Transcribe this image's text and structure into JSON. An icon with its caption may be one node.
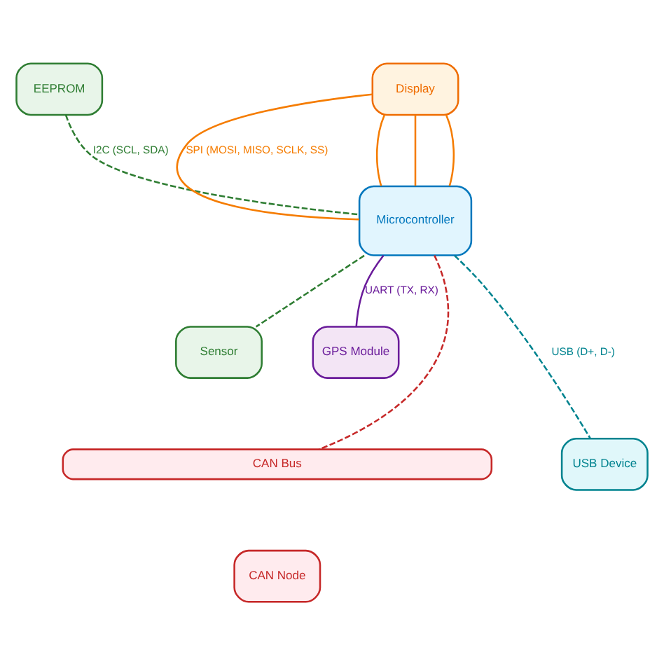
{
  "diagram": {
    "nodes": [
      {
        "text": [
          "EEPROM"
        ]
      },
      {
        "text": [
          "Display"
        ]
      },
      {
        "text": [
          "Microcontroller"
        ]
      },
      {
        "text": [
          "Sensor"
        ]
      },
      {
        "text": [
          "GPS Module"
        ]
      },
      {
        "text": [
          "CAN Bus"
        ]
      },
      {
        "text": [
          "USB Device"
        ]
      },
      {
        "text": [
          "CAN Node"
        ]
      }
    ],
    "edges": [
      {
        "from": 0,
        "to": 2,
        "arrow": "none",
        "style": "dashed",
        "color": "#2e7d32",
        "label": "I2C (SCL, SDA)"
      },
      {
        "from": 2,
        "to": 3,
        "arrow": "none",
        "style": "dashed",
        "color": "#2e7d32"
      },
      {
        "from": 1,
        "to": 2,
        "arrow": "none",
        "label": "SPI (MOSI, MISO, SCLK, SS)"
      },
      {
        "from": 1,
        "to": 2,
        "arrow": "none"
      },
      {
        "from": 1,
        "to": 2,
        "arrow": "none"
      },
      {
        "from": 1,
        "to": 2,
        "arrow": "none"
      },
      {
        "from": 2,
        "to": 4,
        "arrow": "none",
        "color": "#6a1b9a",
        "label": "UART (TX, RX)"
      },
      {
        "from": 2,
        "to": 6,
        "arrow": "none",
        "style": "dashed",
        "color": "#00838f",
        "label": "USB (D+, D-)"
      },
      {
        "from": 2,
        "to": 5,
        "arrow": "none",
        "style": "dashed",
        "color": "#c62828"
      }
    ]
  }
}
